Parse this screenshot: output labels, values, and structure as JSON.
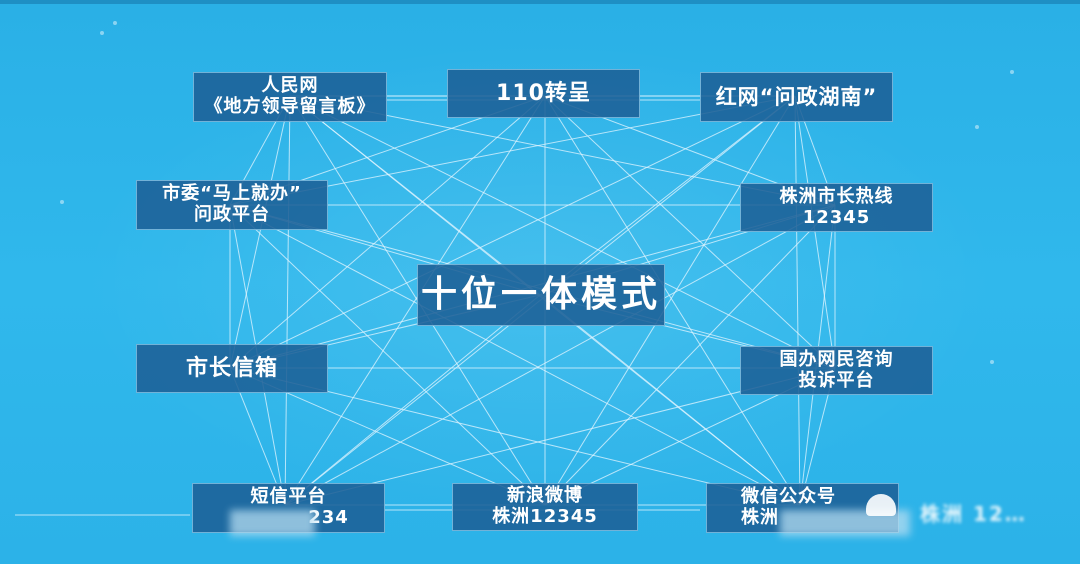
{
  "diagram": {
    "title": "十位一体模式",
    "center": {
      "label": "十位一体模式"
    },
    "nodes": [
      {
        "id": "renminwang",
        "lines": [
          "人民网",
          "《地方领导留言板》"
        ]
      },
      {
        "id": "110",
        "lines": [
          "110转呈"
        ]
      },
      {
        "id": "hongwang",
        "lines": [
          "红网“问政湖南”"
        ]
      },
      {
        "id": "shiwei",
        "lines": [
          "市委“马上就办”",
          "问政平台"
        ]
      },
      {
        "id": "shizhang-hotline",
        "lines": [
          "株洲市长热线",
          "12345"
        ]
      },
      {
        "id": "shizhang-mailbox",
        "lines": [
          "市长信箱"
        ]
      },
      {
        "id": "guoban",
        "lines": [
          "国办网民咨询",
          "投诉平台"
        ]
      },
      {
        "id": "sms",
        "lines": [
          "短信平台",
          "234"
        ]
      },
      {
        "id": "weibo",
        "lines": [
          "新浪微博",
          "株洲12345"
        ]
      },
      {
        "id": "wechat",
        "lines": [
          "微信公众号",
          "株洲"
        ]
      }
    ],
    "edges": "all nodes interconnected with thin white lines; center node connected to all"
  },
  "watermark": {
    "text": "株洲 12…",
    "icon": "wechat-icon"
  },
  "colors": {
    "background": "#2bb3e8",
    "node_fill": "#1c6096",
    "node_border": "#96d2f0",
    "text": "#ffffff",
    "line": "#dff4ff"
  }
}
